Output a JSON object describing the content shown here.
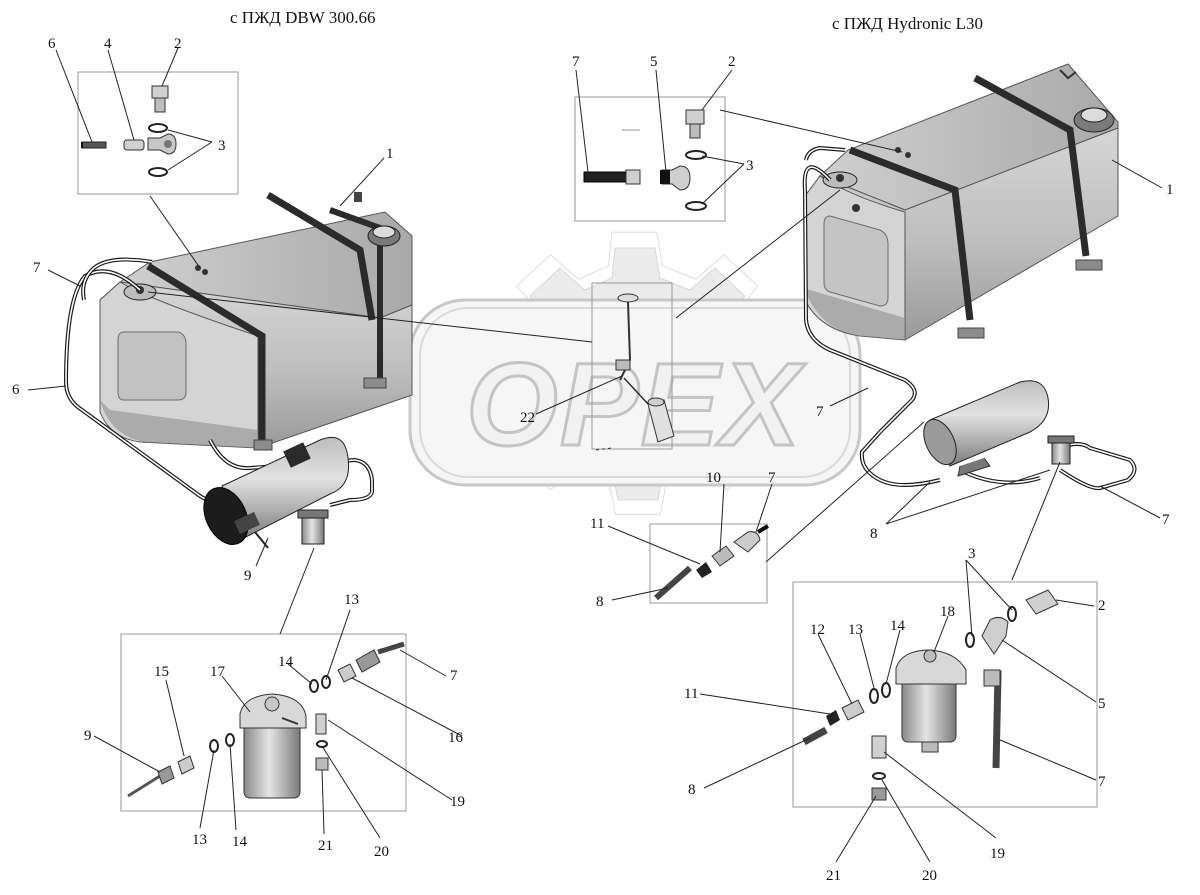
{
  "titles": {
    "left": "с ПЖД DBW 300.66",
    "right": "с ПЖД Hydronic L30"
  },
  "watermark": "OPEX",
  "colors": {
    "tank_body": "#c9c9c9",
    "tank_shade": "#9e9e9e",
    "tank_dark": "#6f6f6f",
    "strap": "#2b2b2b",
    "watermark_gear": "#e6e6e6",
    "watermark_text": "#dcdcdc"
  },
  "labels": {
    "l1": "1",
    "l2a": "2",
    "l3a": "3",
    "l4": "4",
    "l6a": "6",
    "l6b": "6",
    "l7a": "7",
    "l22": "22",
    "l9a": "9",
    "r1": "1",
    "r2a": "2",
    "r3a": "3",
    "r5a": "5",
    "r7a": "7",
    "r7b": "7",
    "r7c": "7",
    "r8a": "8",
    "c7": "7",
    "c10": "10",
    "c11": "11",
    "c8": "8",
    "b13a": "13",
    "b14a": "14",
    "b7": "7",
    "b15": "15",
    "b17": "17",
    "b16": "16",
    "b9": "9",
    "b19": "19",
    "b13b": "13",
    "b14b": "14",
    "b21": "21",
    "b20": "20",
    "d3": "3",
    "d18": "18",
    "d2": "2",
    "d12": "12",
    "d13": "13",
    "d14": "14",
    "d5": "5",
    "d11": "11",
    "d8": "8",
    "d7": "7",
    "d19": "19",
    "d21": "21",
    "d20": "20"
  }
}
